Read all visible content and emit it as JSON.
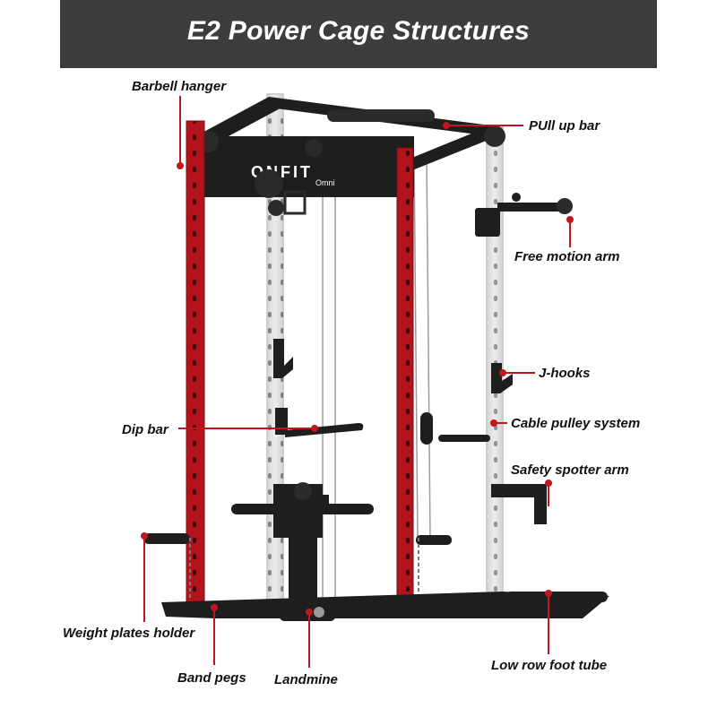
{
  "title": "E2 Power Cage Structures",
  "brand": {
    "logo_text": "ONFIT",
    "model_text": "Omni"
  },
  "colors": {
    "banner": "#3d3d3d",
    "accent_red": "#c0161e",
    "frame_red": "#b3131b",
    "frame_black": "#1e1e1e",
    "upright_silver": "#e6e6e6"
  },
  "labels": {
    "barbell_hanger": "Barbell hanger",
    "pull_up_bar": "PUll up bar",
    "free_motion_arm": "Free motion arm",
    "j_hooks": "J-hooks",
    "dip_bar": "Dip bar",
    "cable_pulley_system": "Cable pulley system",
    "safety_spotter_arm": "Safety spotter arm",
    "weight_plates_holder": "Weight plates holder",
    "band_pegs": "Band pegs",
    "landmine": "Landmine",
    "low_row_foot_tube": "Low row foot tube"
  }
}
